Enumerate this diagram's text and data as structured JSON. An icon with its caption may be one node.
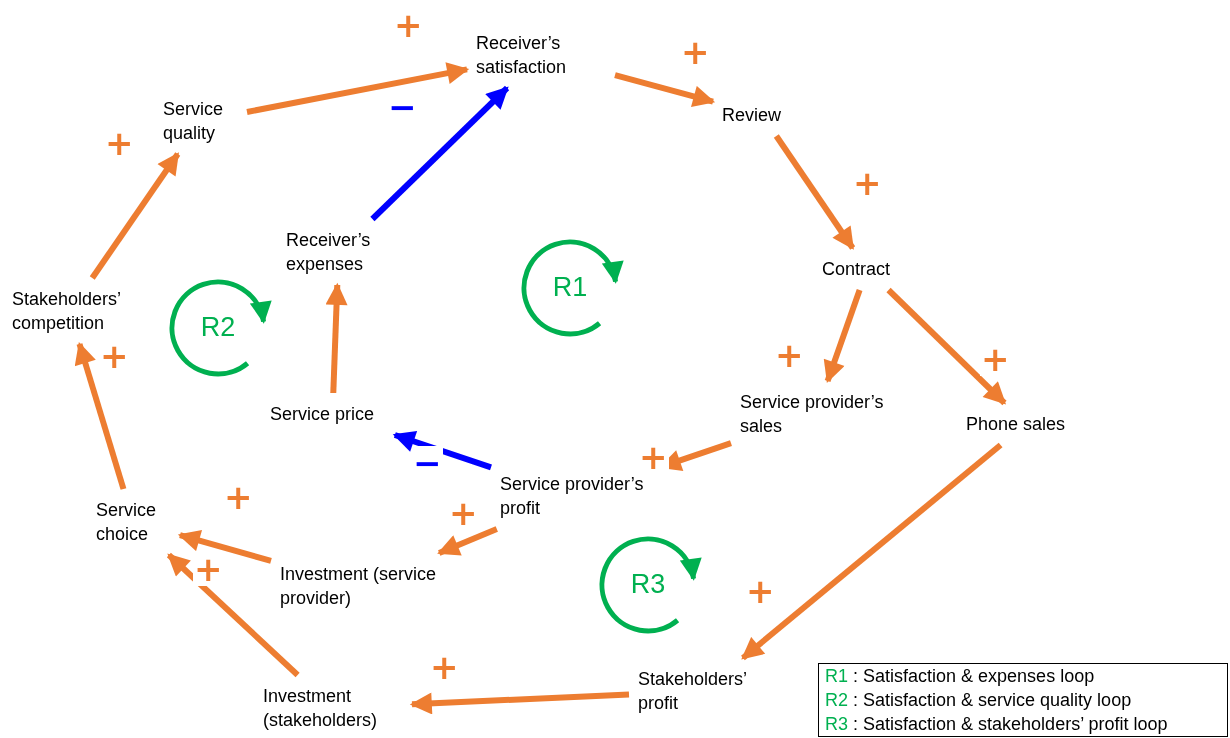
{
  "diagram": {
    "nodes": [
      {
        "text": [
          "Receiver’s satisfaction"
        ]
      },
      {
        "text": [
          "Review"
        ]
      },
      {
        "text": [
          "Contract"
        ]
      },
      {
        "text": [
          "Service provider’s sales"
        ]
      },
      {
        "text": [
          "Phone sales"
        ]
      },
      {
        "text": [
          "Service provider’s profit"
        ]
      },
      {
        "text": [
          "Service price"
        ]
      },
      {
        "text": [
          "Receiver’s expenses"
        ]
      },
      {
        "text": [
          "Investment (service provider)"
        ]
      },
      {
        "text": [
          "Service choice"
        ]
      },
      {
        "text": [
          "Investment (stakeholders)"
        ]
      },
      {
        "text": [
          "Stakeholders’ competition"
        ]
      },
      {
        "text": [
          "Service quality"
        ]
      },
      {
        "text": [
          "Stakeholders’ profit"
        ]
      },
      {
        "text": [
          "R1"
        ]
      },
      {
        "text": [
          "R2"
        ]
      },
      {
        "text": [
          "R3"
        ]
      }
    ],
    "edges": [
      {
        "from": 0,
        "to": 1,
        "arrow": "to",
        "label": "+"
      },
      {
        "from": 1,
        "to": 2,
        "arrow": "to",
        "label": "+"
      },
      {
        "from": 2,
        "to": 3,
        "arrow": "to",
        "label": "+"
      },
      {
        "from": 2,
        "to": 4,
        "arrow": "to",
        "label": "+"
      },
      {
        "from": 3,
        "to": 5,
        "arrow": "to",
        "label": "+"
      },
      {
        "from": 4,
        "to": 13,
        "arrow": "to",
        "label": "+"
      },
      {
        "from": 5,
        "to": 6,
        "arrow": "to",
        "label": "−",
        "color": "#0000ff"
      },
      {
        "from": 5,
        "to": 8,
        "arrow": "to",
        "label": "+"
      },
      {
        "from": 6,
        "to": 7,
        "arrow": "to"
      },
      {
        "from": 7,
        "to": 0,
        "arrow": "to",
        "label": "−",
        "color": "#0000ff"
      },
      {
        "from": 8,
        "to": 9,
        "arrow": "to",
        "label": "+"
      },
      {
        "from": 10,
        "to": 9,
        "arrow": "to",
        "label": "+"
      },
      {
        "from": 13,
        "to": 10,
        "arrow": "to",
        "label": "+"
      },
      {
        "from": 9,
        "to": 11,
        "arrow": "to",
        "label": "+"
      },
      {
        "from": 11,
        "to": 12,
        "arrow": "to",
        "label": "+"
      },
      {
        "from": 12,
        "to": 0,
        "arrow": "to",
        "label": "+"
      }
    ],
    "legend": [
      {
        "text": "R1 : Satisfaction & expenses loop",
        "color": "#00b050"
      },
      {
        "text": "R2 : Satisfaction & service quality loop",
        "color": "#00b050"
      },
      {
        "text": "R3 : Satisfaction & stakeholders’ profit loop",
        "color": "#00b050"
      }
    ]
  }
}
